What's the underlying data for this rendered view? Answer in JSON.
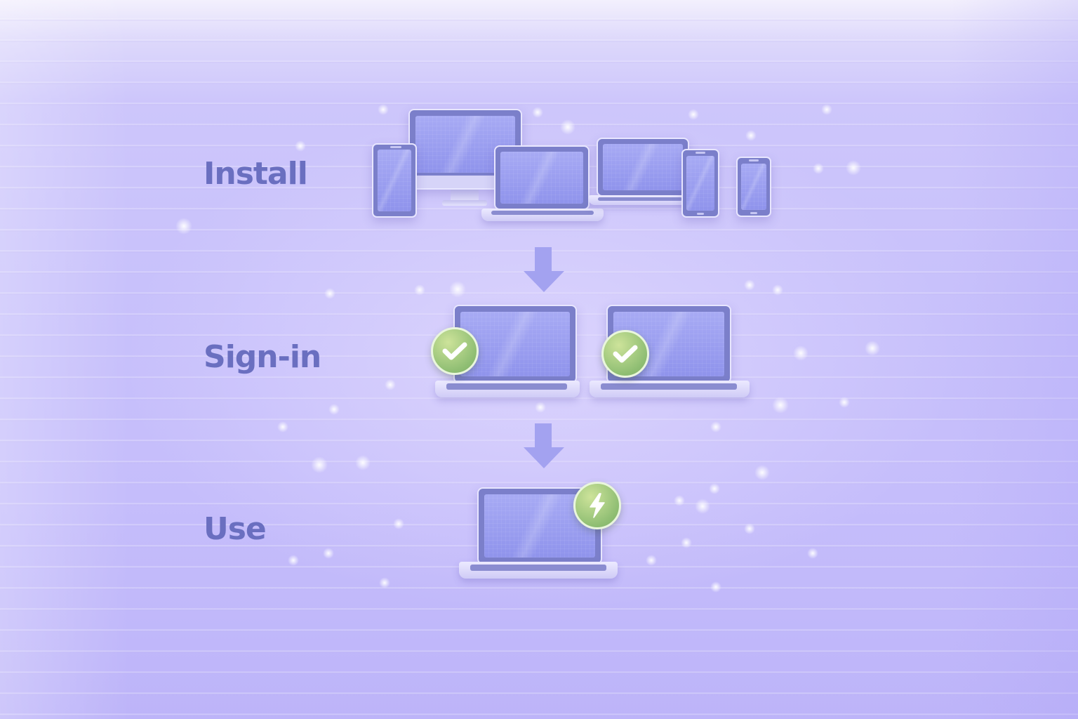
{
  "diagram": {
    "type": "process-flow",
    "direction": "top-to-bottom",
    "steps": [
      {
        "label": "Install",
        "devices": [
          "tablet",
          "desktop-monitor",
          "laptop",
          "laptop",
          "tablet",
          "phone"
        ]
      },
      {
        "label": "Sign-in",
        "devices": [
          "laptop",
          "laptop"
        ],
        "badge": "check-icon"
      },
      {
        "label": "Use",
        "devices": [
          "laptop"
        ],
        "badge": "lightning-icon"
      }
    ],
    "connectors": [
      "arrow-down",
      "arrow-down"
    ]
  },
  "colors": {
    "label_text": "#6a6fc0",
    "background": "#c8c1fb",
    "device_frame": "#7b7fca",
    "device_screen": "#a7aaf4",
    "badge_green": "#8fbe73",
    "arrow": "#a3a2f0"
  }
}
